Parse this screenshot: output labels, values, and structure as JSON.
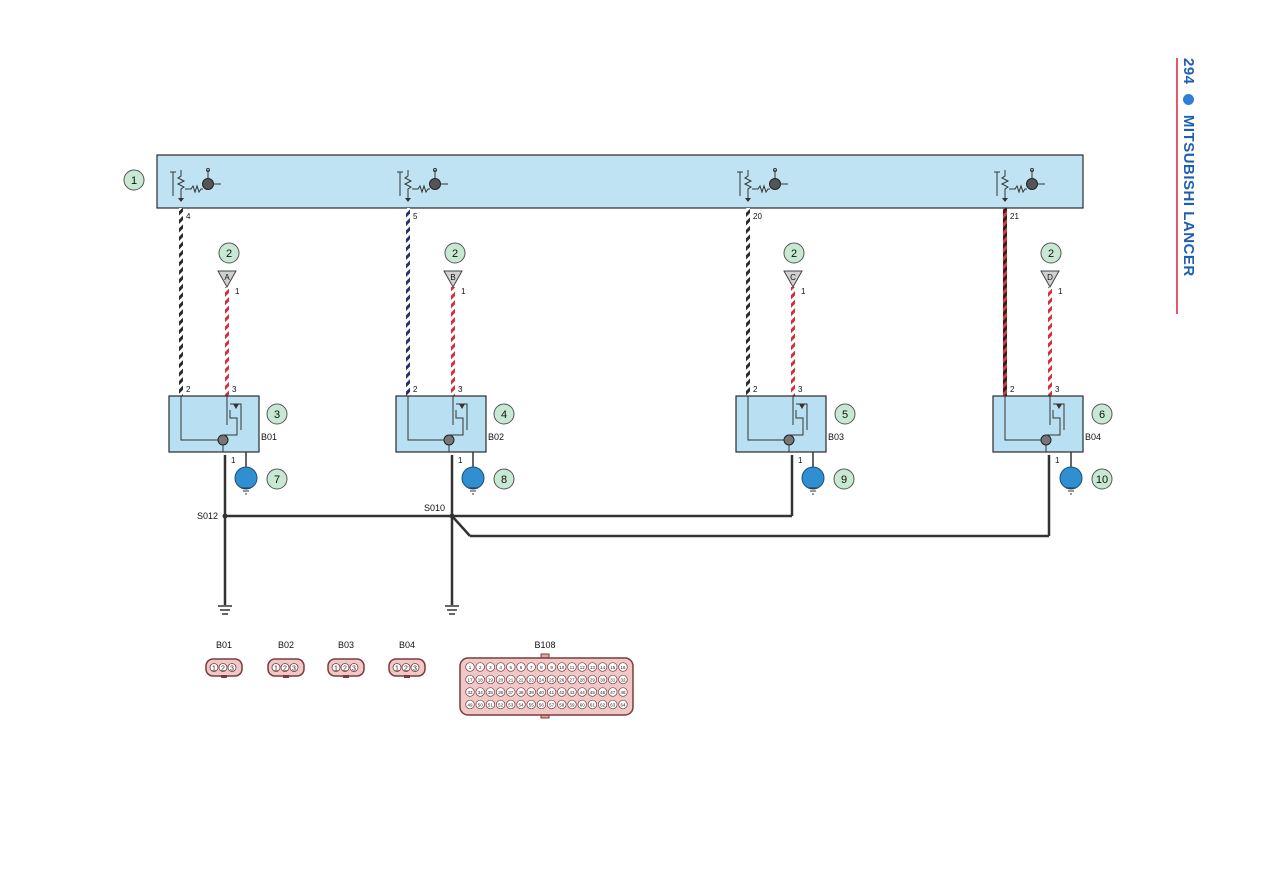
{
  "page": {
    "number": "294",
    "title": "MITSUBISHI LANCER"
  },
  "panel": {
    "callout": "1",
    "output_pins": [
      "4",
      "5",
      "20",
      "21"
    ]
  },
  "channels": [
    {
      "key": "A",
      "ecu_pin": "4",
      "supply_callout": "2",
      "supply_letter": "A",
      "supply_pin": "1",
      "sensor_pin_signal": "2",
      "sensor_pin_supply": "3",
      "sensor_pin_ground": "1",
      "sensor_callout": "3",
      "sensor_id": "B01",
      "ground_callout": "7",
      "wire_color": "#3a3a3a"
    },
    {
      "key": "B",
      "ecu_pin": "5",
      "supply_callout": "2",
      "supply_letter": "B",
      "supply_pin": "1",
      "sensor_pin_signal": "2",
      "sensor_pin_supply": "3",
      "sensor_pin_ground": "1",
      "sensor_callout": "4",
      "sensor_id": "B02",
      "ground_callout": "8",
      "wire_color": "#2b2f6e"
    },
    {
      "key": "C",
      "ecu_pin": "20",
      "supply_callout": "2",
      "supply_letter": "C",
      "supply_pin": "1",
      "sensor_pin_signal": "2",
      "sensor_pin_supply": "3",
      "sensor_pin_ground": "1",
      "sensor_callout": "5",
      "sensor_id": "B03",
      "ground_callout": "9",
      "wire_color": "#3a3a3a"
    },
    {
      "key": "D",
      "ecu_pin": "21",
      "supply_callout": "2",
      "supply_letter": "D",
      "supply_pin": "1",
      "sensor_pin_signal": "2",
      "sensor_pin_supply": "3",
      "sensor_pin_ground": "1",
      "sensor_callout": "6",
      "sensor_id": "B04",
      "ground_callout": "10",
      "wire_color": "#9e2a2a"
    }
  ],
  "splices": [
    "S012",
    "S010"
  ],
  "connectors": [
    {
      "label": "B01",
      "pins": [
        "1",
        "2",
        "3"
      ]
    },
    {
      "label": "B02",
      "pins": [
        "1",
        "2",
        "3"
      ]
    },
    {
      "label": "B03",
      "pins": [
        "1",
        "2",
        "3"
      ]
    },
    {
      "label": "B04",
      "pins": [
        "1",
        "2",
        "3"
      ]
    }
  ],
  "ecu_connector": {
    "label": "B108",
    "rows": [
      [
        "1",
        "2",
        "3",
        "4",
        "5",
        "6",
        "7",
        "8",
        "9",
        "10",
        "11",
        "12",
        "13",
        "14",
        "15",
        "16"
      ],
      [
        "17",
        "18",
        "19",
        "20",
        "21",
        "22",
        "23",
        "24",
        "25",
        "26",
        "27",
        "28",
        "29",
        "30",
        "31",
        "32"
      ],
      [
        "33",
        "34",
        "35",
        "36",
        "37",
        "38",
        "39",
        "40",
        "41",
        "42",
        "43",
        "44",
        "45",
        "46",
        "47",
        "48"
      ],
      [
        "49",
        "50",
        "51",
        "52",
        "53",
        "54",
        "55",
        "56",
        "57",
        "58",
        "59",
        "60",
        "61",
        "62",
        "63",
        "64"
      ]
    ]
  },
  "colors": {
    "panel_fill": "#bfe3f3",
    "panel_stroke": "#2a2a2a",
    "sensor_fill": "#b9e0f2",
    "callout_fill": "#c7e8d2",
    "ground_fill": "#2f8fd0",
    "red_stripe": "#d62e3b",
    "connector_fill": "#f1c8c8",
    "connector_stroke": "#7a3b3b",
    "title_blue": "#1f5fb0"
  }
}
